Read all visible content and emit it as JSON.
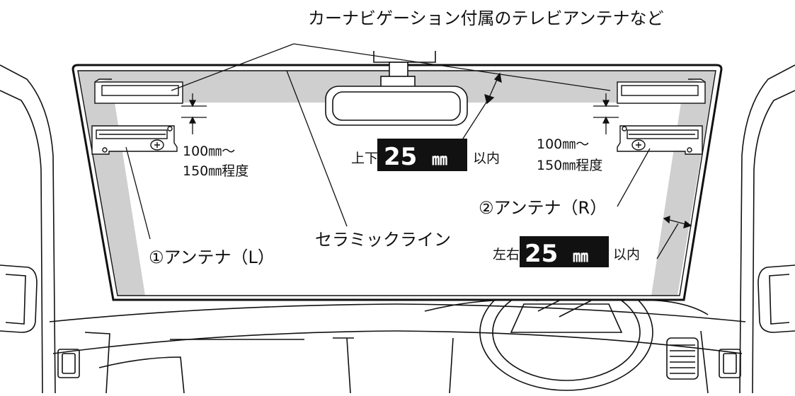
{
  "title": "カーナビゲーション付属のテレビアンテナなど",
  "ceramic_line_label": "セラミックライン",
  "antenna_left_label": "①アンテナ（L）",
  "antenna_right_label": "②アンテナ（R）",
  "distance_left": {
    "line1": "100㎜〜",
    "line2": "150㎜程度"
  },
  "distance_right": {
    "line1": "100㎜〜",
    "line2": "150㎜程度"
  },
  "vertical_limit": {
    "prefix": "上下",
    "value": "25",
    "unit": "㎜",
    "suffix": "以内"
  },
  "horizontal_limit": {
    "prefix": "左右",
    "value": "25",
    "unit": "㎜",
    "suffix": "以内"
  },
  "colors": {
    "ceramic": "#cfcfcf",
    "line": "#111111",
    "badge": "#111111"
  }
}
